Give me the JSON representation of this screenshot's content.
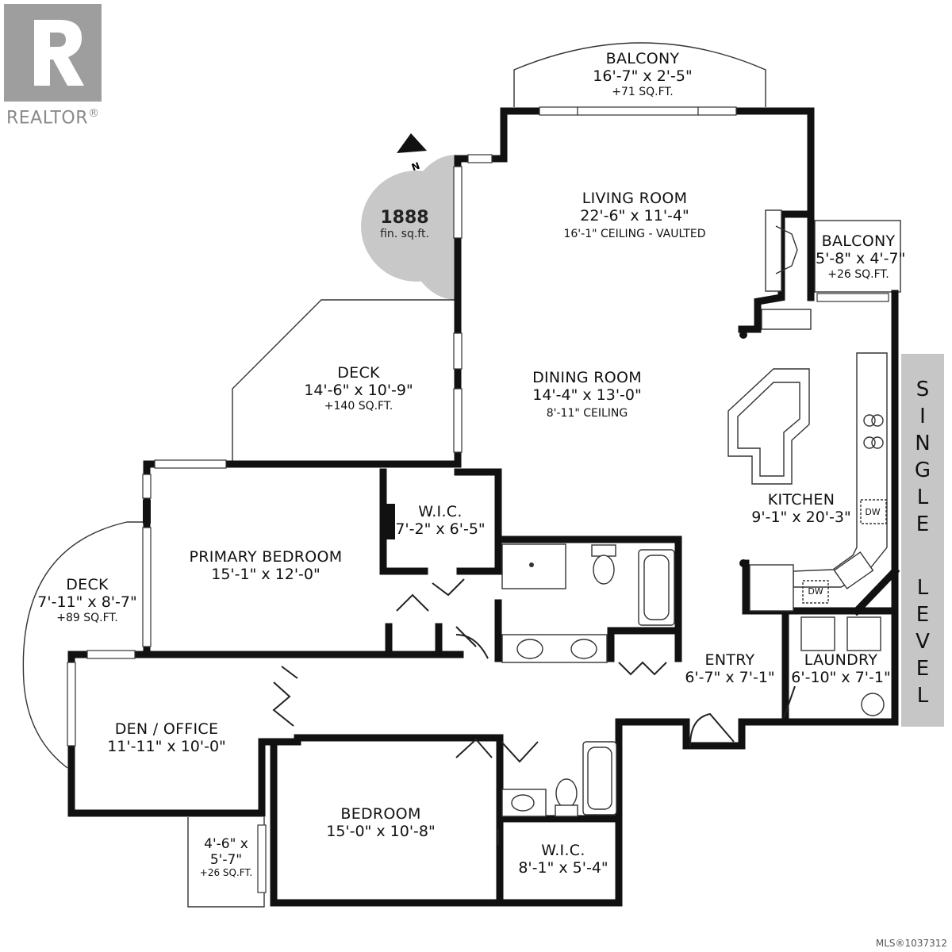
{
  "logo": {
    "word": "REALTOR",
    "symbol": "®"
  },
  "compass": {
    "label": "N"
  },
  "area": {
    "value": "1888",
    "unit": "fin. sq.ft."
  },
  "side_label": {
    "letters1": [
      "S",
      "I",
      "N",
      "G",
      "L",
      "E"
    ],
    "letters2": [
      "L",
      "E",
      "V",
      "E",
      "L"
    ]
  },
  "mls": "MLS®1037312",
  "rooms": {
    "balcony_top": {
      "name": "BALCONY",
      "dims": "16'-7\" x 2'-5\"",
      "area": "+71 SQ.FT."
    },
    "living": {
      "name": "LIVING ROOM",
      "dims": "22'-6\" x 11'-4\"",
      "extra": "16'-1\" CEILING - VAULTED"
    },
    "balcony_right": {
      "name": "BALCONY",
      "dims": "5'-8\" x 4'-7\"",
      "area": "+26 SQ.FT."
    },
    "deck_main": {
      "name": "DECK",
      "dims": "14'-6\" x 10'-9\"",
      "area": "+140 SQ.FT."
    },
    "dining": {
      "name": "DINING ROOM",
      "dims": "14'-4\" x 13'-0\"",
      "extra": "8'-11\" CEILING"
    },
    "wic_top": {
      "name": "W.I.C.",
      "dims": "7'-2\" x 6'-5\""
    },
    "kitchen": {
      "name": "KITCHEN",
      "dims": "9'-1\" x 20'-3\""
    },
    "primary": {
      "name": "PRIMARY BEDROOM",
      "dims": "15'-1\" x 12'-0\""
    },
    "deck_left": {
      "name": "DECK",
      "dims": "7'-11\" x 8'-7\"",
      "area": "+89 SQ.FT."
    },
    "entry": {
      "name": "ENTRY",
      "dims": "6'-7\" x 7'-1\""
    },
    "laundry": {
      "name": "LAUNDRY",
      "dims": "6'-10\" x 7'-1\""
    },
    "den": {
      "name": "DEN / OFFICE",
      "dims": "11'-11\" x 10'-0\""
    },
    "bedroom": {
      "name": "BEDROOM",
      "dims": "15'-0\" x 10'-8\""
    },
    "wic_bottom": {
      "name": "W.I.C.",
      "dims": "8'-1\" x 5'-4\""
    },
    "patio_small": {
      "line1": "4'-6\" x",
      "line2": "5'-7\"",
      "area": "+26 SQ.FT."
    }
  },
  "appliances": {
    "dw": "DW"
  }
}
